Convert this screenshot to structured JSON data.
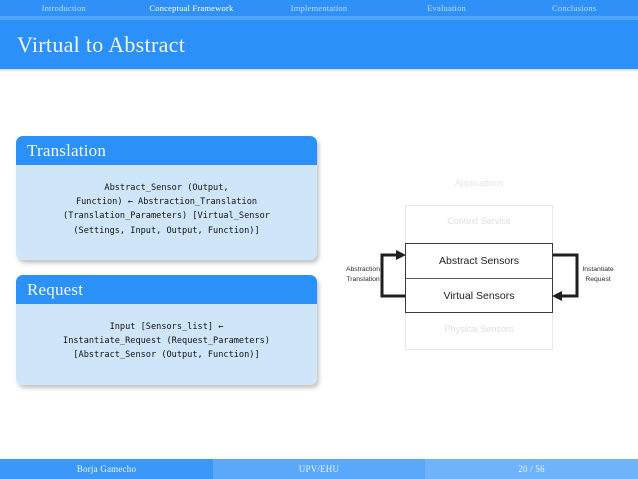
{
  "nav": {
    "items": [
      {
        "label": "Introduction",
        "active": false
      },
      {
        "label": "Conceptual Framework",
        "active": true
      },
      {
        "label": "Implementation",
        "active": false
      },
      {
        "label": "Evaluation",
        "active": false
      },
      {
        "label": "Conclusions",
        "active": false
      }
    ]
  },
  "slide": {
    "title": "Virtual to Abstract"
  },
  "blocks": [
    {
      "title": "Translation",
      "code": "Abstract_Sensor (Output,\nFunction) ← Abstraction_Translation\n(Translation_Parameters) [Virtual_Sensor\n(Settings, Input, Output, Function)]"
    },
    {
      "title": "Request",
      "code": "Input [Sensors_list] ←\nInstantiate_Request (Request_Parameters)\n[Abstract_Sensor (Output, Function)]"
    }
  ],
  "diagram": {
    "faded_layers": [
      {
        "label": "Applications"
      },
      {
        "label": "Context Service"
      },
      {
        "label": "Physical Sensors"
      }
    ],
    "core_layers": [
      {
        "label": "Abstract Sensors"
      },
      {
        "label": "Virtual Sensors"
      }
    ],
    "left_arrow_label": "Abstraction\nTranslation",
    "right_arrow_label": "Instantiate\nRequest"
  },
  "footer": {
    "author": "Borja Gamecho",
    "institution": "UPV/EHU",
    "page": "20 / 56"
  },
  "colors": {
    "primary_blue": "#2b90f7",
    "nav_blue": "#2f91f7",
    "block_body": "#cfe5fa",
    "footer_light": "#6fb4fb"
  }
}
